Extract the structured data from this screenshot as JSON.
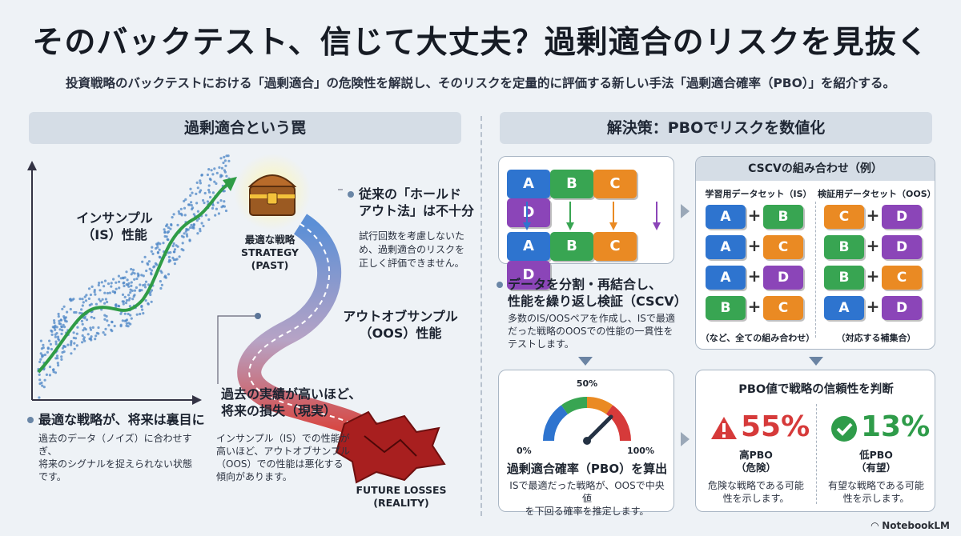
{
  "title": "そのバックテスト、信じて大丈夫？過剰適合のリスクを見抜く",
  "subtitle": "投資戦略のバックテストにおける「過剰適合」の危険性を解説し、そのリスクを定量的に評価する新しい手法「過剰適合確率（PBO）」を紹介する。",
  "left": {
    "header": "過剰適合という罠",
    "is_label_1": "インサンプル",
    "is_label_2": "（IS）性能",
    "strategy_1": "最適な戦略",
    "strategy_2": "STRATEGY",
    "strategy_3": "(PAST)",
    "holdout_title_1": "従来の「ホールド",
    "holdout_title_2": "アウト法」は不十分",
    "holdout_body_1": "試行回数を考慮しないた",
    "holdout_body_2": "め、過剰適合のリスクを",
    "holdout_body_3": "正しく評価できません。",
    "oos_label_1": "アウトオブサンプル",
    "oos_label_2": "（OOS）性能",
    "past_title_1": "過去の実績が高いほど、",
    "past_title_2": "将来の損失（現実）",
    "past_body_1": "インサンプル（IS）での性能が",
    "past_body_2": "高いほど、アウトオブサンプル",
    "past_body_3": "（OOS）での性能は悪化する",
    "past_body_4": "傾向があります。",
    "losses_1": "FUTURE LOSSES",
    "losses_2": "(REALITY)",
    "bottom_title": "最適な戦略が、将来は裏目に",
    "bottom_body_1": "過去のデータ（ノイズ）に合わせすぎ、",
    "bottom_body_2": "将来のシグナルを捉えられない状態",
    "bottom_body_3": "です。"
  },
  "right": {
    "header": "解決策：PBOでリスクを数値化",
    "blocks": [
      "A",
      "B",
      "C",
      "D"
    ],
    "cscv_title_1": "データを分割・再結合し、",
    "cscv_title_2": "性能を繰り返し検証（CSCV）",
    "cscv_body_1": "多数のIS/OOSペアを作成し、ISで最適",
    "cscv_body_2": "だった戦略のOOSでの性能の一貫性を",
    "cscv_body_3": "テストします。",
    "combo_title": "CSCVの組み合わせ（例）",
    "train_label": "学習用データセット（IS）",
    "test_label": "検証用データセット（OOS）",
    "train_pairs": [
      [
        "A",
        "B"
      ],
      [
        "A",
        "C"
      ],
      [
        "A",
        "D"
      ],
      [
        "B",
        "C"
      ]
    ],
    "test_pairs": [
      [
        "C",
        "D"
      ],
      [
        "B",
        "D"
      ],
      [
        "B",
        "C"
      ],
      [
        "A",
        "D"
      ]
    ],
    "train_note": "（など、全ての組み合わせ）",
    "test_note": "（対応する補集合）",
    "gauge_top": "50%",
    "gauge_min": "0%",
    "gauge_max": "100%",
    "gauge_title": "過剰適合確率（PBO）を算出",
    "gauge_body_1": "ISで最適だった戦略が、OOSで中央値",
    "gauge_body_2": "を下回る確率を推定します。",
    "judge_title": "PBO値で戦略の信頼性を判断",
    "high_value": "55%",
    "high_label_1": "高PBO",
    "high_label_2": "（危険）",
    "high_desc_1": "危険な戦略である可能",
    "high_desc_2": "性を示します。",
    "low_value": "13%",
    "low_label_1": "低PBO",
    "low_label_2": "（有望）",
    "low_desc_1": "有望な戦略である可能",
    "low_desc_2": "性を示します。"
  },
  "brand": "NotebookLM",
  "colors": {
    "A": "#2e74cf",
    "B": "#38a552",
    "C": "#ea8a23",
    "D": "#8b45b8",
    "danger": "#d63a3a",
    "good": "#2f9c4a"
  }
}
